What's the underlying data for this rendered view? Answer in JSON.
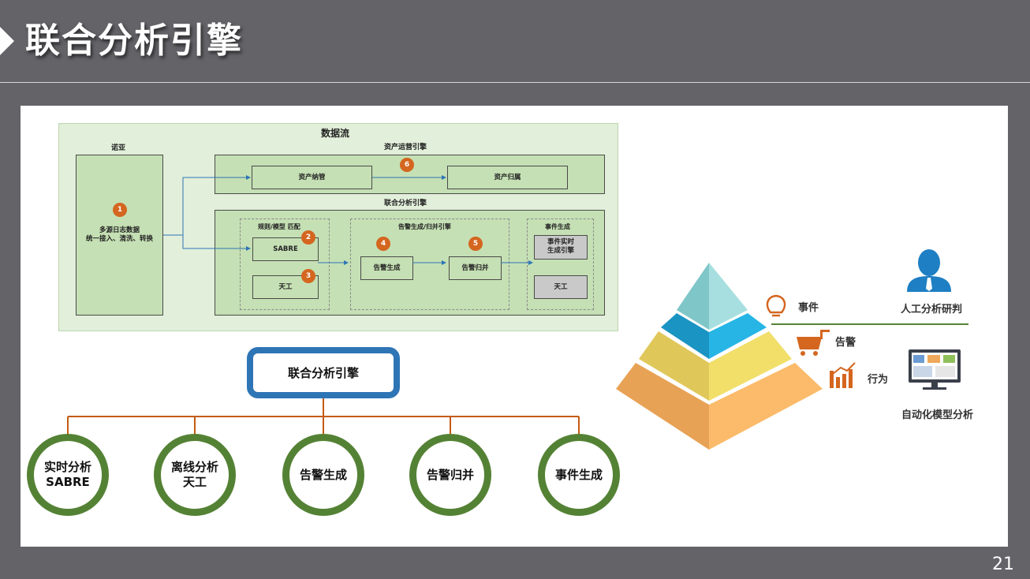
{
  "title": "联合分析引擎",
  "page_number": "21",
  "flow": {
    "header": "数据流",
    "source_title": "诺亚",
    "source_text_1": "多源日志数据",
    "source_text_2": "统一接入、清洗、转换",
    "asset_engine_title": "资产运营引擎",
    "asset_intake": "资产纳管",
    "asset_belong": "资产归属",
    "joint_engine_title": "联合分析引擎",
    "rules_title": "规则/模型 匹配",
    "sabre": "SABRE",
    "tiangong": "天工",
    "alert_title": "告警生成/归并引擎",
    "alert_gen": "告警生成",
    "alert_merge": "告警归并",
    "event_title": "事件生成",
    "event_realtime": "事件实时\n生成引擎",
    "event_tiangong": "天工",
    "badges": [
      "1",
      "2",
      "3",
      "4",
      "5",
      "6"
    ]
  },
  "engine_label": "联合分析引擎",
  "circles": [
    {
      "line1": "实时分析",
      "line2": "SABRE"
    },
    {
      "line1": "离线分析",
      "line2": "天工"
    },
    {
      "line1": "告警生成",
      "line2": ""
    },
    {
      "line1": "告警归并",
      "line2": ""
    },
    {
      "line1": "事件生成",
      "line2": ""
    }
  ],
  "pyramid": {
    "event": "事件",
    "alert": "告警",
    "behavior": "行为",
    "manual": "人工分析研判",
    "auto": "自动化模型分析"
  },
  "colors": {
    "tier_top": "#7fc6c8",
    "tier_event": "#1fa9d8",
    "tier_alert": "#e8d25a",
    "tier_behavior": "#f0a85a",
    "icon_orange": "#d4661f",
    "circle_green": "#548235",
    "engine_blue": "#2e75b6"
  }
}
